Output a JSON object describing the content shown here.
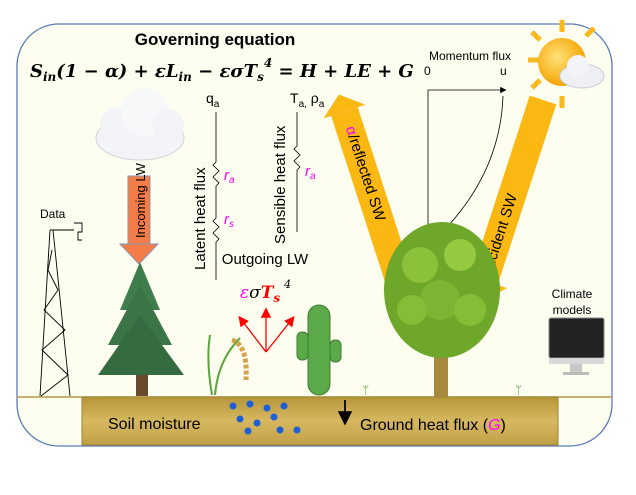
{
  "title": "Governing equation",
  "equation": {
    "lhs": "S",
    "lhs_sub": "in",
    "middle": "(1 − α) + εL",
    "middle_sub": "in",
    "minus_term": " − εσT",
    "ts_sub": "s",
    "power": "4",
    "rhs": " = H + LE + G"
  },
  "labels": {
    "incoming_lw": "Incoming LW",
    "latent_heat_flux": "Latent heat flux",
    "sensible_heat_flux": "Sensible heat flux",
    "q_a": "q",
    "q_a_sub": "a",
    "t_a": "T",
    "t_a_sub": "a,",
    "rho_a": " ρ",
    "rho_a_sub": "a",
    "r_a": "r",
    "r_a_sub": "a",
    "r_s": "r",
    "r_s_sub": "s",
    "outgoing_lw": "Outgoing LW",
    "outgoing_formula_eps": "ε",
    "outgoing_formula_sigma": "σ",
    "outgoing_formula_T": "T",
    "outgoing_formula_sub": "s",
    "outgoing_formula_pow": "4",
    "alpha": "α",
    "reflected_sw": "/reflected SW",
    "incident_sw": "Incident SW",
    "momentum_flux": "Momentum flux",
    "axis_zero": "0",
    "axis_u": "u",
    "data": "Data",
    "climate_models_1": "Climate",
    "climate_models_2": "models",
    "soil_moisture": "Soil moisture",
    "ground_heat_flux": "Ground heat flux (",
    "ground_heat_G": "G",
    "ground_heat_close": ")"
  },
  "colors": {
    "panel_bg": "#fdfdf0",
    "panel_border": "#5a7db5",
    "soil": "#c9a84a",
    "incoming_arrow": "#f47c48",
    "sw_arrow": "#fbb813",
    "magenta": "#ff00ff",
    "red": "#ff0000"
  }
}
